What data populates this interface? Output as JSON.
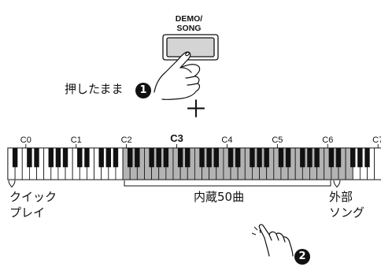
{
  "button": {
    "caption_line1": "DEMO/",
    "caption_line2": "SONG",
    "icon": "hand-press-icon"
  },
  "step1": {
    "number": "1",
    "text": "押したまま"
  },
  "plus": "＋",
  "keyboard": {
    "note_labels": [
      "C0",
      "C1",
      "C2",
      "C3",
      "C4",
      "C5",
      "C6",
      "C7"
    ],
    "highlight_note": "C3",
    "range_colors": {
      "demo_songs": "#b3b3b3",
      "external": "#b3b3b3",
      "quick_play": "#ffffff"
    }
  },
  "ranges": {
    "quick_play_line1": "クイック",
    "quick_play_line2": "プレイ",
    "internal_songs": "内蔵50曲",
    "external_line1": "外部",
    "external_line2": "ソング"
  },
  "step2": {
    "number": "2",
    "icon": "finger-tap-icon"
  }
}
